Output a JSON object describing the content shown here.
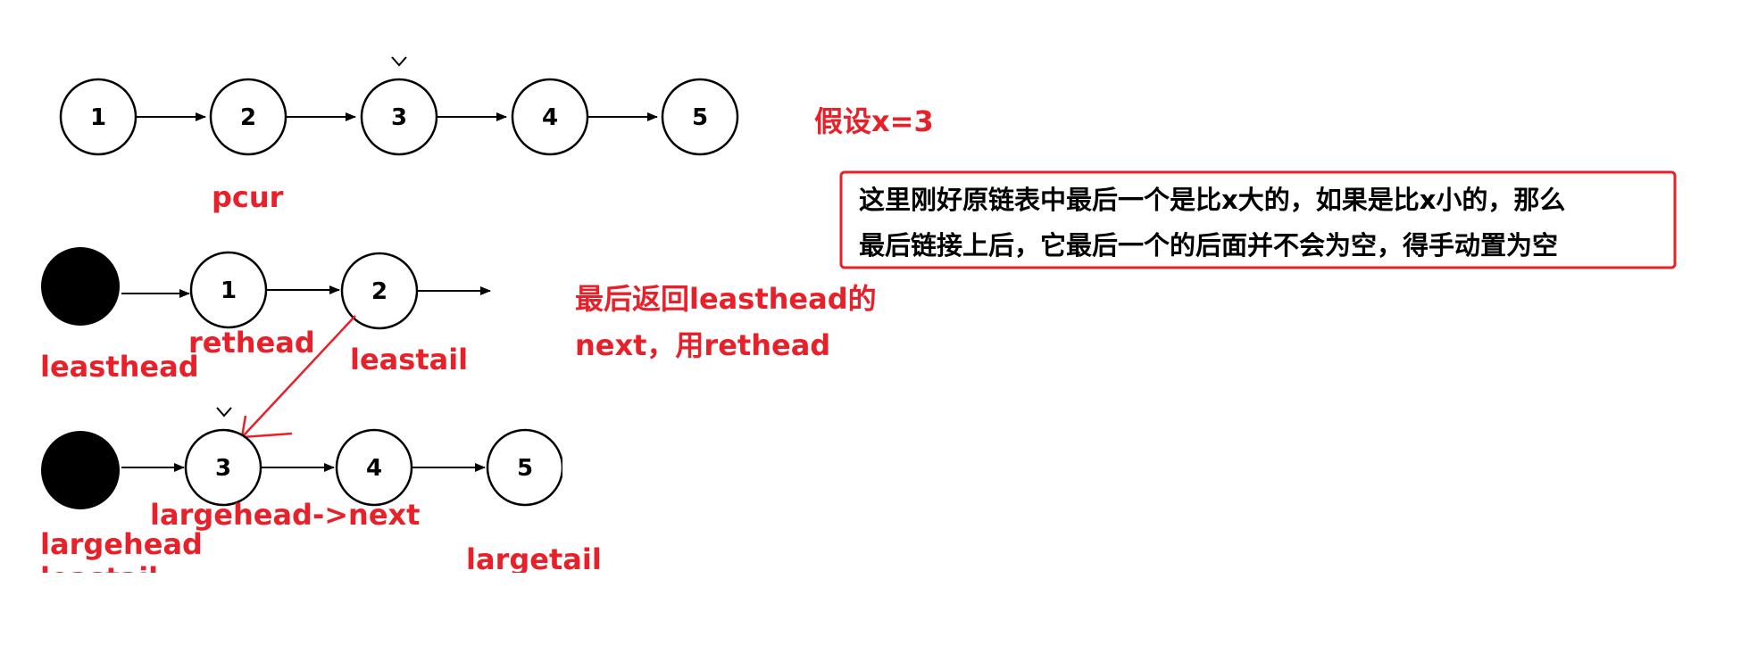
{
  "row1": {
    "nodes": [
      "1",
      "2",
      "3",
      "4",
      "5"
    ],
    "pointer_label": "pcur"
  },
  "row2": {
    "nodes": [
      "1",
      "2"
    ],
    "head_label": "leasthead",
    "ret_label": "rethead",
    "tail_label": "leastail"
  },
  "row3": {
    "nodes": [
      "3",
      "4",
      "5"
    ],
    "head_label": "largehead",
    "next_label": "largehead->next",
    "tail_label": "largetail",
    "cut_label": "leastail"
  },
  "assumption": "假设x=3",
  "return_note": {
    "line1": "最后返回leasthead的",
    "line2": "next，用rethead"
  },
  "note_box": {
    "line1": "这里刚好原链表中最后一个是比x大的，如果是比x小的，那么",
    "line2": "最后链接上后，它最后一个的后面并不会为空，得手动置为空"
  },
  "colors": {
    "accent": "#e8202a",
    "ink": "#000000"
  }
}
